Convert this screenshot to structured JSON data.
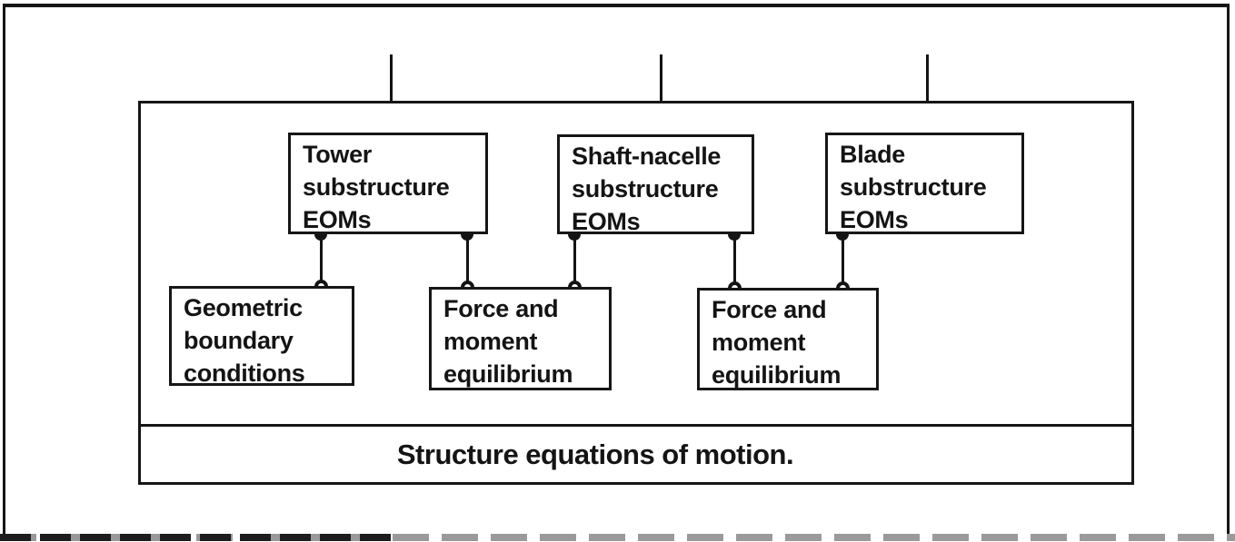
{
  "diagram": {
    "title_strip_label": "Structure equations of motion.",
    "nodes": {
      "tower": {
        "lines": [
          "Tower",
          "substructure",
          "EOMs"
        ]
      },
      "shaft": {
        "lines": [
          "Shaft-nacelle",
          "substructure",
          "EOMs"
        ]
      },
      "blade": {
        "lines": [
          "Blade",
          "substructure",
          "EOMs"
        ]
      },
      "geometric": {
        "lines": [
          "Geometric",
          "boundary",
          "conditions"
        ]
      },
      "force1": {
        "lines": [
          "Force and",
          "moment",
          "equilibrium"
        ]
      },
      "force2": {
        "lines": [
          "Force and",
          "moment",
          "equilibrium"
        ]
      }
    },
    "connections": [
      "tower -> geometric",
      "tower -> force1",
      "shaft -> force1",
      "shaft -> force2",
      "blade -> force2"
    ],
    "icons": {
      "input_arrow": "down-arrow",
      "junction_top": "filled-circle",
      "junction_bottom": "open-circle"
    },
    "colors": {
      "ink": "#141414",
      "paper": "#ffffff"
    }
  }
}
